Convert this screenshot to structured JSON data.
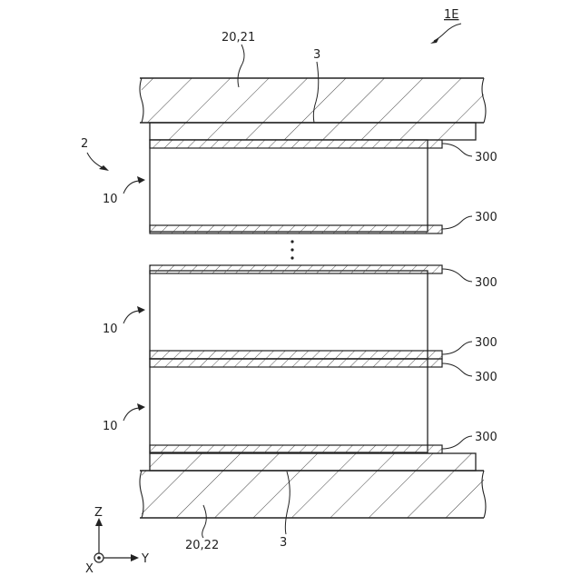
{
  "labels": {
    "figure_ref": "1E",
    "top_electrode": "20,21",
    "top_layer": "3",
    "assembly": "2",
    "cell": "10",
    "film": "300",
    "bottom_electrode": "20,22",
    "bottom_layer": "3"
  },
  "axes": {
    "z": "Z",
    "y": "Y",
    "x": "X"
  }
}
